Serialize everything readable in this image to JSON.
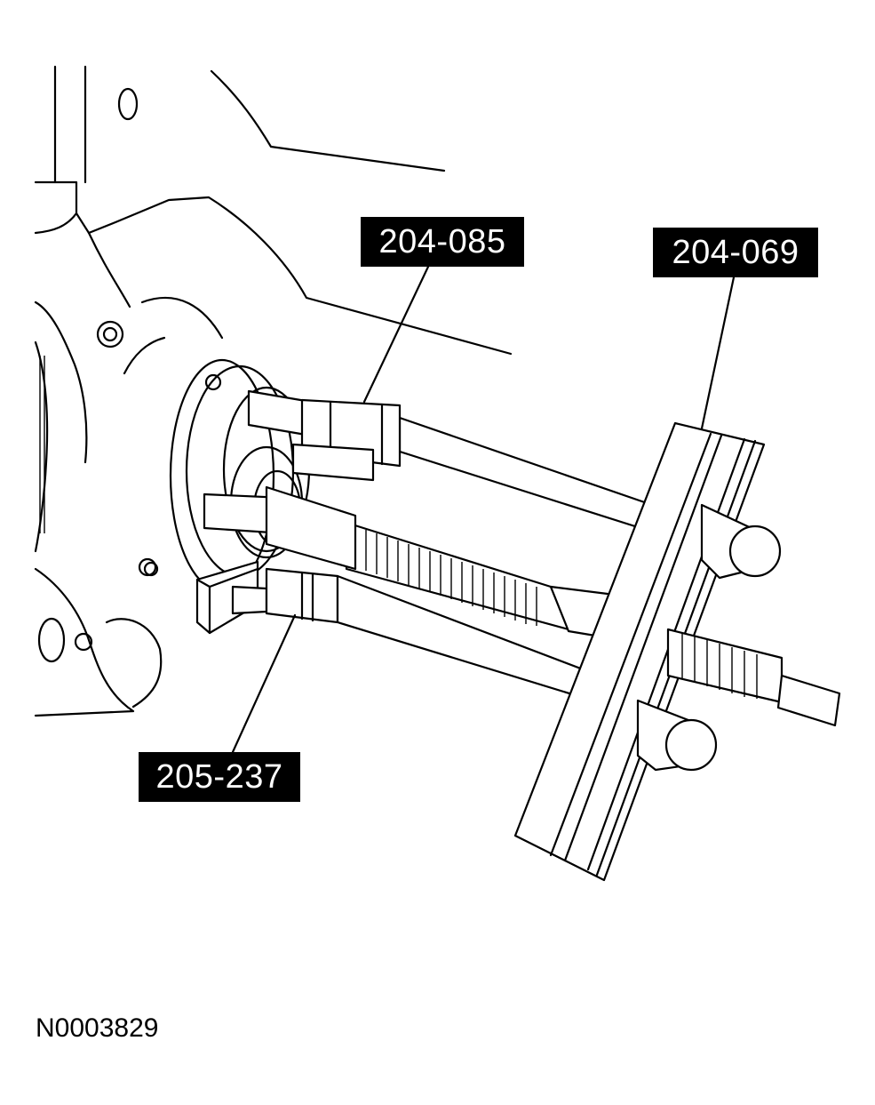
{
  "figure": {
    "callouts": [
      {
        "id": "tool-puller-adapter",
        "label": "204-085"
      },
      {
        "id": "tool-puller",
        "label": "204-069"
      },
      {
        "id": "tool-adapter",
        "label": "205-237"
      }
    ],
    "figure_number": "N0003829"
  }
}
